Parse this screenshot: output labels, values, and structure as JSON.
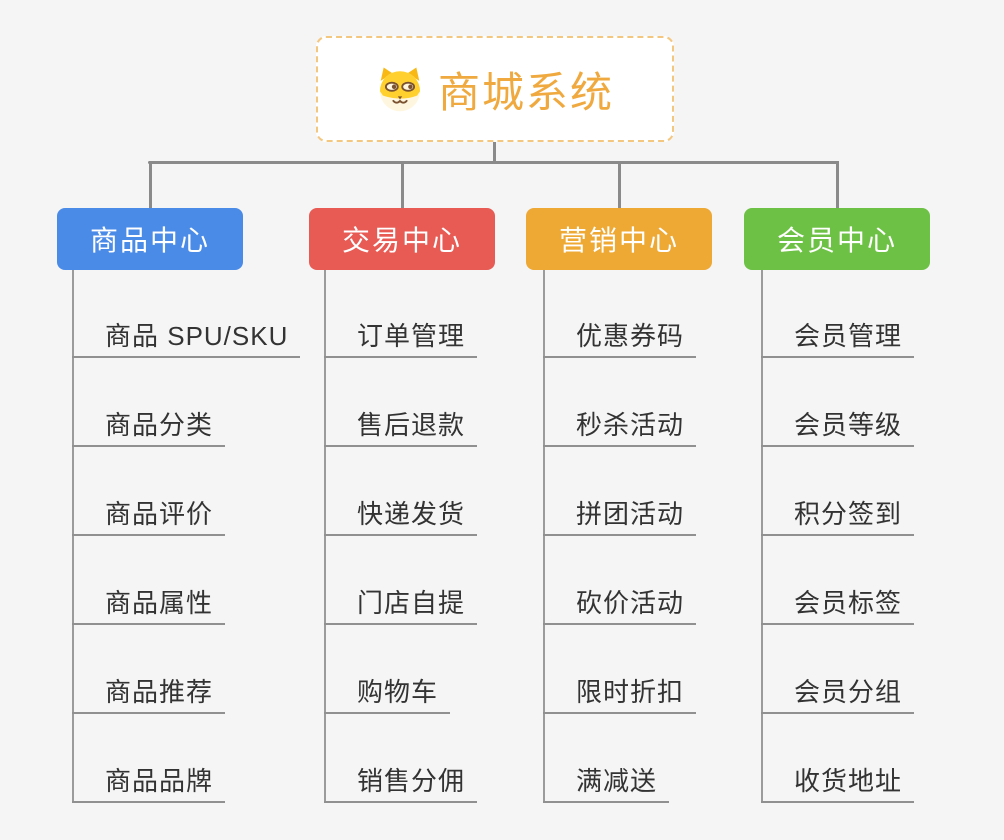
{
  "root": {
    "title": "商城系统",
    "icon": "shiba-dog-icon"
  },
  "branches": [
    {
      "label": "商品中心",
      "color": "#4A8BE8",
      "items": [
        "商品 SPU/SKU",
        "商品分类",
        "商品评价",
        "商品属性",
        "商品推荐",
        "商品品牌"
      ]
    },
    {
      "label": "交易中心",
      "color": "#E75B54",
      "items": [
        "订单管理",
        "售后退款",
        "快递发货",
        "门店自提",
        "购物车",
        "销售分佣"
      ]
    },
    {
      "label": "营销中心",
      "color": "#EEA834",
      "items": [
        "优惠券码",
        "秒杀活动",
        "拼团活动",
        "砍价活动",
        "限时折扣",
        "满减送"
      ]
    },
    {
      "label": "会员中心",
      "color": "#6DC145",
      "items": [
        "会员管理",
        "会员等级",
        "积分签到",
        "会员标签",
        "会员分组",
        "收货地址"
      ]
    }
  ],
  "palette": {
    "background": "#F5F5F5",
    "root_title_color": "#EFA93E",
    "root_border_color": "#F3C77F",
    "connector_color": "#8A8A8A",
    "child_line_color": "#909090",
    "child_text_color": "#333333"
  }
}
